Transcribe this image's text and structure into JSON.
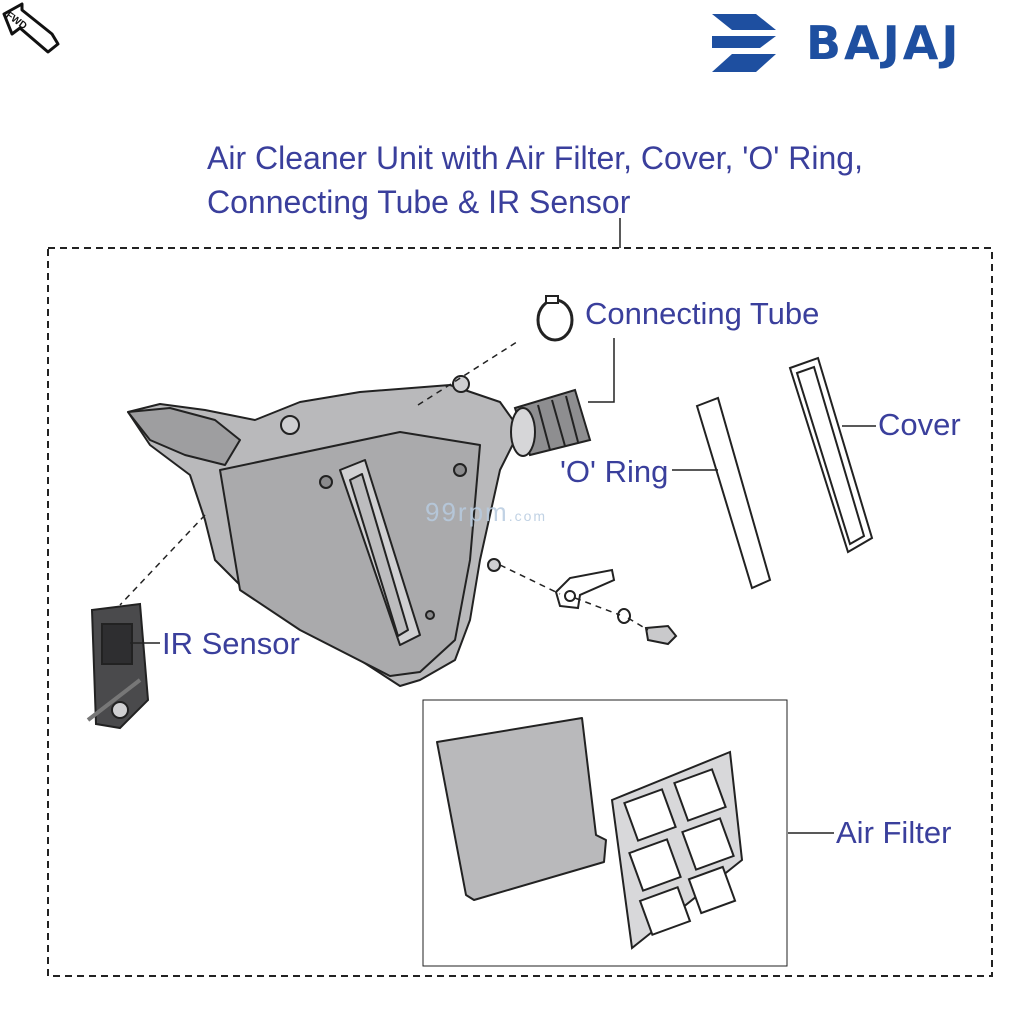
{
  "title": {
    "line1": "Air Cleaner Unit with Air Filter, Cover, 'O' Ring,",
    "line2": "Connecting Tube & IR Sensor"
  },
  "brand": {
    "name": "BAJAJ",
    "color": "#1e4fa0",
    "logo_icon": "bajaj-wing-icon"
  },
  "badge": {
    "label": "FWD",
    "icon": "fwd-arrow-icon"
  },
  "callouts": {
    "connecting_tube": "Connecting Tube",
    "cover": "Cover",
    "o_ring": "'O' Ring",
    "ir_sensor": "IR Sensor",
    "air_filter": "Air Filter"
  },
  "watermark": {
    "main": "99rpm",
    "suffix": ".com"
  },
  "colors": {
    "label_text": "#3a3f9c",
    "part_fill": "#b9b9bb",
    "outline": "#222222"
  }
}
